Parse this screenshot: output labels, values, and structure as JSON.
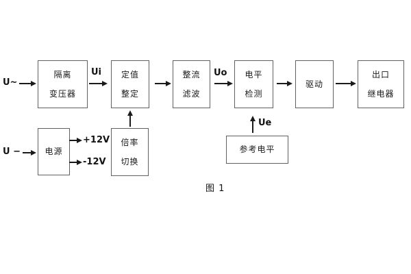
{
  "figure": {
    "caption": "图 1",
    "background_color": "#ffffff",
    "line_color": "#1a1a1a",
    "box_border_color": "#5f5f5f"
  },
  "labels": {
    "ac_input": "U~",
    "dc_input": "U −",
    "ui": "Ui",
    "uo": "Uo",
    "ue": "Ue",
    "rail_pos": "+12V",
    "rail_neg": "-12V"
  },
  "blocks": {
    "isolation_transformer": {
      "line1": "隔离",
      "line2": "变压器"
    },
    "setting": {
      "line1": "定值",
      "line2": "整定"
    },
    "rectifier_filter": {
      "line1": "整流",
      "line2": "滤波"
    },
    "level_detector": {
      "line1": "电平",
      "line2": "检测"
    },
    "driver": {
      "label": "驱动"
    },
    "output_relay": {
      "line1": "出口",
      "line2": "继电器"
    },
    "power_supply": {
      "label": "电源"
    },
    "ratio_switch": {
      "line1": "倍率",
      "line2": "切换"
    },
    "reference_level": {
      "label": "参考电平"
    }
  }
}
